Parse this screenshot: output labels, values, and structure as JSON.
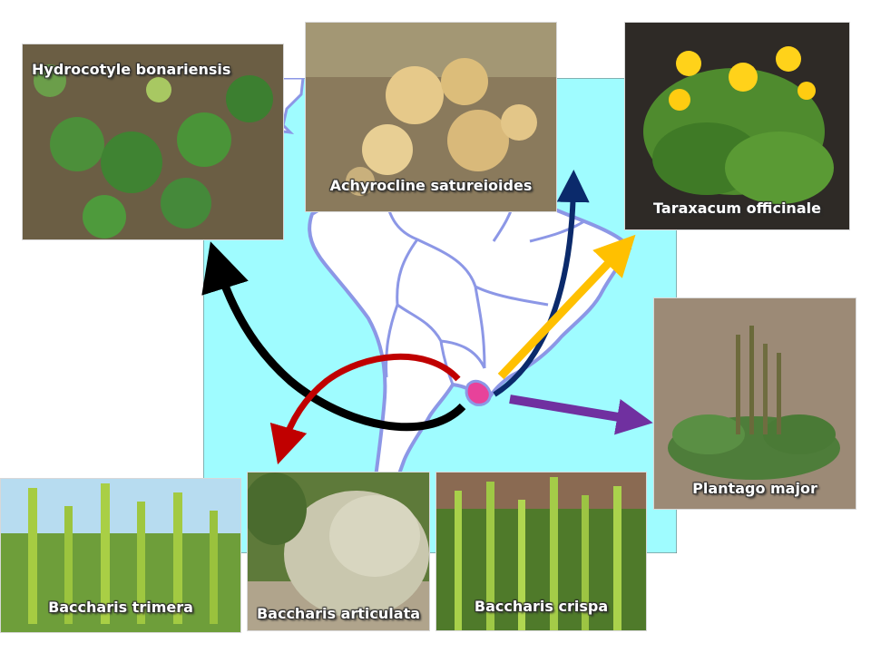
{
  "colors": {
    "ocean": "#9ffcff",
    "land": "#ffffff",
    "border_lines": "#8c97e6",
    "origin_region": "#e8429a",
    "arrow_black": "#000000",
    "arrow_red": "#c00000",
    "arrow_navy": "#0b2a6b",
    "arrow_yellow": "#ffc000",
    "arrow_purple": "#7030a0"
  },
  "species": {
    "hydrocotyle": {
      "label": "Hydrocotyle bonariensis",
      "arrow_color": "#000000"
    },
    "achyrocline": {
      "label": "Achyrocline satureioides",
      "arrow_color": "#0b2a6b"
    },
    "taraxacum": {
      "label": "Taraxacum officinale",
      "arrow_color": "#ffc000"
    },
    "plantago": {
      "label": "Plantago major",
      "arrow_color": "#7030a0"
    },
    "trimera": {
      "label": "Baccharis trimera"
    },
    "articulata": {
      "label": "Baccharis articulata",
      "arrow_color": "#c00000"
    },
    "crispa": {
      "label": "Baccharis crispa"
    }
  },
  "icons": [
    "south-america-map-icon",
    "curved-arrow-icon",
    "straight-arrow-icon"
  ]
}
